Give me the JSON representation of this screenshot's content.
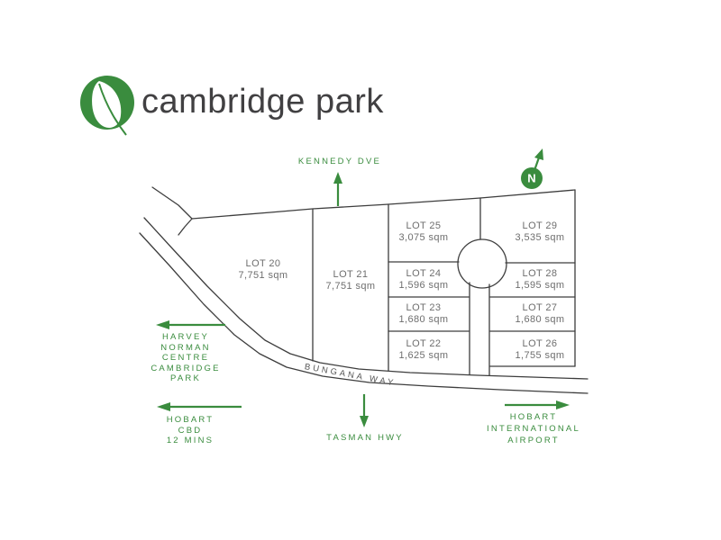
{
  "title": {
    "brand": "cambridge park"
  },
  "colors": {
    "green": "#3a8c3e",
    "map_line": "#3d3d3d",
    "lot_text": "#6e6e6e",
    "title_text": "#414042"
  },
  "map": {
    "north": {
      "label": "N"
    },
    "road": {
      "label": "BUNGANA WAY"
    },
    "streets": {
      "kennedy": {
        "label": "KENNEDY DVE"
      }
    },
    "directions": {
      "harvey": {
        "lines": [
          "HARVEY",
          "NORMAN",
          "CENTRE",
          "CAMBRIDGE",
          "PARK"
        ]
      },
      "cbd": {
        "lines": [
          "HOBART",
          "CBD",
          "12 MINS"
        ]
      },
      "tasman": {
        "label": "TASMAN HWY"
      },
      "airport": {
        "lines": [
          "HOBART",
          "INTERNATIONAL",
          "AIRPORT"
        ]
      }
    },
    "lots": {
      "lot20": {
        "name": "LOT 20",
        "area": "7,751 sqm"
      },
      "lot21": {
        "name": "LOT 21",
        "area": "7,751 sqm"
      },
      "lot22": {
        "name": "LOT 22",
        "area": "1,625 sqm"
      },
      "lot23": {
        "name": "LOT 23",
        "area": "1,680 sqm"
      },
      "lot24": {
        "name": "LOT 24",
        "area": "1,596 sqm"
      },
      "lot25": {
        "name": "LOT 25",
        "area": "3,075 sqm"
      },
      "lot26": {
        "name": "LOT 26",
        "area": "1,755 sqm"
      },
      "lot27": {
        "name": "LOT 27",
        "area": "1,680 sqm"
      },
      "lot28": {
        "name": "LOT 28",
        "area": "1,595 sqm"
      },
      "lot29": {
        "name": "LOT 29",
        "area": "3,535 sqm"
      }
    }
  }
}
